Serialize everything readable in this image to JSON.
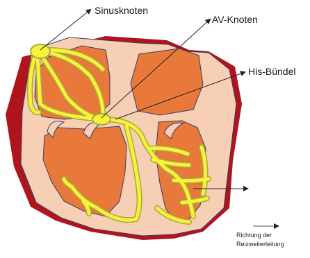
{
  "labels": {
    "sinusknoten": "Sinusknoten",
    "av_knoten": "AV-Knoten",
    "his_buendel": "His-Bündel",
    "direction_line1": "Richtung der",
    "direction_line2": "Reizweiterleitung"
  },
  "colors": {
    "epicardium": "#b0141c",
    "wall": "#f6cfb4",
    "chamber": "#e8793a",
    "conduction": "#f6f23c",
    "conduction_outline": "#a8a83a",
    "outline": "#3a3a6a",
    "text": "#1a1a1a"
  }
}
